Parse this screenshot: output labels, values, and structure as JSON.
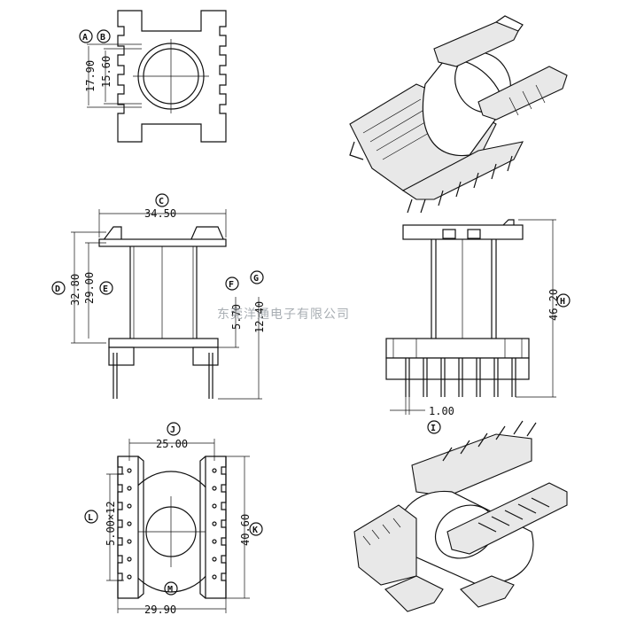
{
  "dimensions": {
    "front_height_outer": "17.90",
    "front_height_inner": "15.60",
    "side_width": "34.50",
    "side_height": "32.80",
    "side_height_inner": "29.00",
    "pin_offset": "5.70",
    "overall_pin_height": "12.40",
    "total_height": "46.20",
    "pin_pitch": "1.00",
    "bottom_pin_span": "25.00",
    "slot_pitch": "5.00×12",
    "bottom_width": "29.90",
    "bottom_height": "40.60"
  },
  "callouts": {
    "a": "A",
    "b": "B",
    "c": "C",
    "d": "D",
    "e": "E",
    "f": "F",
    "g": "G",
    "h": "H",
    "i": "I",
    "j": "J",
    "k": "K",
    "l": "L",
    "m": "M"
  },
  "watermark": "东莞洋通电子有限公司",
  "colors": {
    "line": "#111111",
    "watermark": "#9aa0a6",
    "background": "#ffffff"
  }
}
